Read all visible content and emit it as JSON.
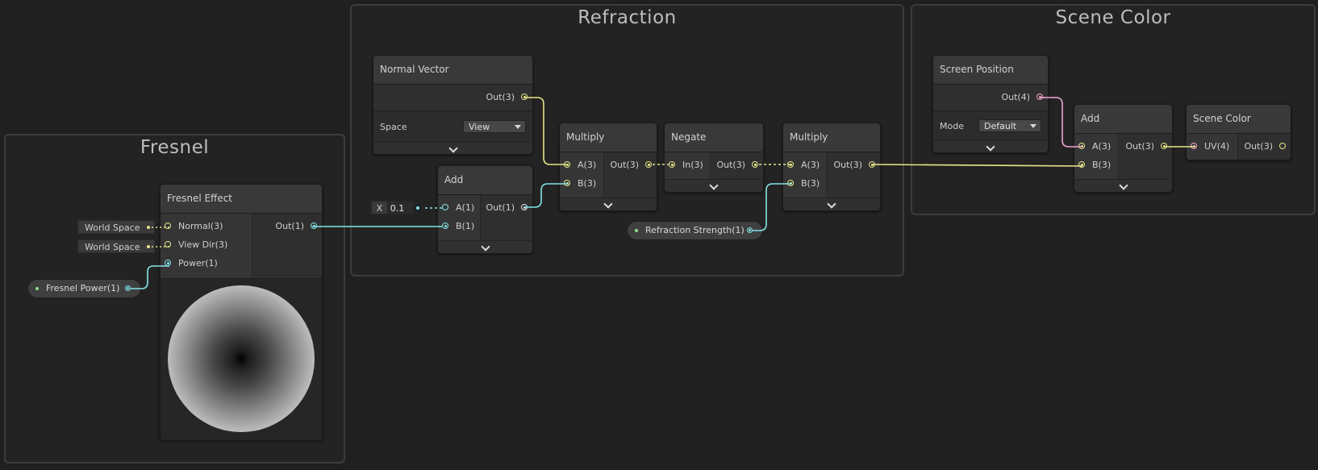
{
  "groups": {
    "fresnel": "Fresnel",
    "refraction": "Refraction",
    "scene_color": "Scene Color"
  },
  "nodes": {
    "fresnel_effect": {
      "title": "Fresnel Effect",
      "inputs": [
        "Normal(3)",
        "View Dir(3)",
        "Power(1)"
      ],
      "output": "Out(1)"
    },
    "normal_vector": {
      "title": "Normal Vector",
      "output": "Out(3)",
      "space_label": "Space",
      "space_value": "View"
    },
    "add_1": {
      "title": "Add",
      "inputs": [
        "A(1)",
        "B(1)"
      ],
      "output": "Out(1)"
    },
    "multiply_1": {
      "title": "Multiply",
      "inputs": [
        "A(3)",
        "B(3)"
      ],
      "output": "Out(3)"
    },
    "negate": {
      "title": "Negate",
      "inputs": [
        "In(3)"
      ],
      "output": "Out(3)"
    },
    "multiply_2": {
      "title": "Multiply",
      "inputs": [
        "A(3)",
        "B(3)"
      ],
      "output": "Out(3)"
    },
    "screen_position": {
      "title": "Screen Position",
      "output": "Out(4)",
      "mode_label": "Mode",
      "mode_value": "Default"
    },
    "add_2": {
      "title": "Add",
      "inputs": [
        "A(3)",
        "B(3)"
      ],
      "output": "Out(3)"
    },
    "scene_color": {
      "title": "Scene Color",
      "inputs": [
        "UV(4)"
      ],
      "output": "Out(3)"
    }
  },
  "inline": {
    "normal_space": "World Space",
    "viewdir_space": "World Space",
    "x_label": "X",
    "x_value": "0.1"
  },
  "properties": {
    "fresnel_power": "Fresnel Power(1)",
    "refraction_strength": "Refraction Strength(1)"
  },
  "colors": {
    "vector3_wire": "#e6e68a",
    "float_wire": "#84e4e7",
    "vector4_wire": "#f0a7d0",
    "background": "#202020"
  }
}
